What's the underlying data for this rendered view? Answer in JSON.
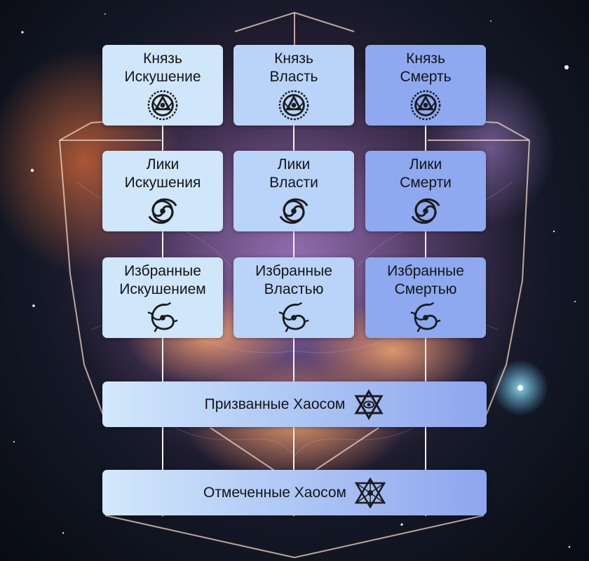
{
  "colors": {
    "column_1": "#cfe6fb",
    "column_2": "#b9d4f8",
    "column_3": "#8ea9f0",
    "connector": "#f3f3f3"
  },
  "grid": {
    "princes": [
      {
        "label": "Князь\nИскушение",
        "icon": "knot-emblem-icon"
      },
      {
        "label": "Князь\nВласть",
        "icon": "knot-emblem-icon"
      },
      {
        "label": "Князь\nСмерть",
        "icon": "knot-emblem-icon"
      }
    ],
    "faces": [
      {
        "label": "Лики\nИскушения",
        "icon": "swirl-vortex-icon"
      },
      {
        "label": "Лики\nВласти",
        "icon": "swirl-vortex-icon"
      },
      {
        "label": "Лики\nСмерти",
        "icon": "swirl-vortex-icon"
      }
    ],
    "chosen": [
      {
        "label": "Избранные\nИскушением",
        "icon": "flame-swirl-icon"
      },
      {
        "label": "Избранные\nВластью",
        "icon": "flame-swirl-icon"
      },
      {
        "label": "Избранные\nСмертью",
        "icon": "flame-swirl-icon"
      }
    ]
  },
  "called": {
    "label": "Призванные Хаосом",
    "icon": "hexagram-eye-icon"
  },
  "marked": {
    "label": "Отмеченные Хаосом",
    "icon": "star-tetrahedron-icon"
  }
}
